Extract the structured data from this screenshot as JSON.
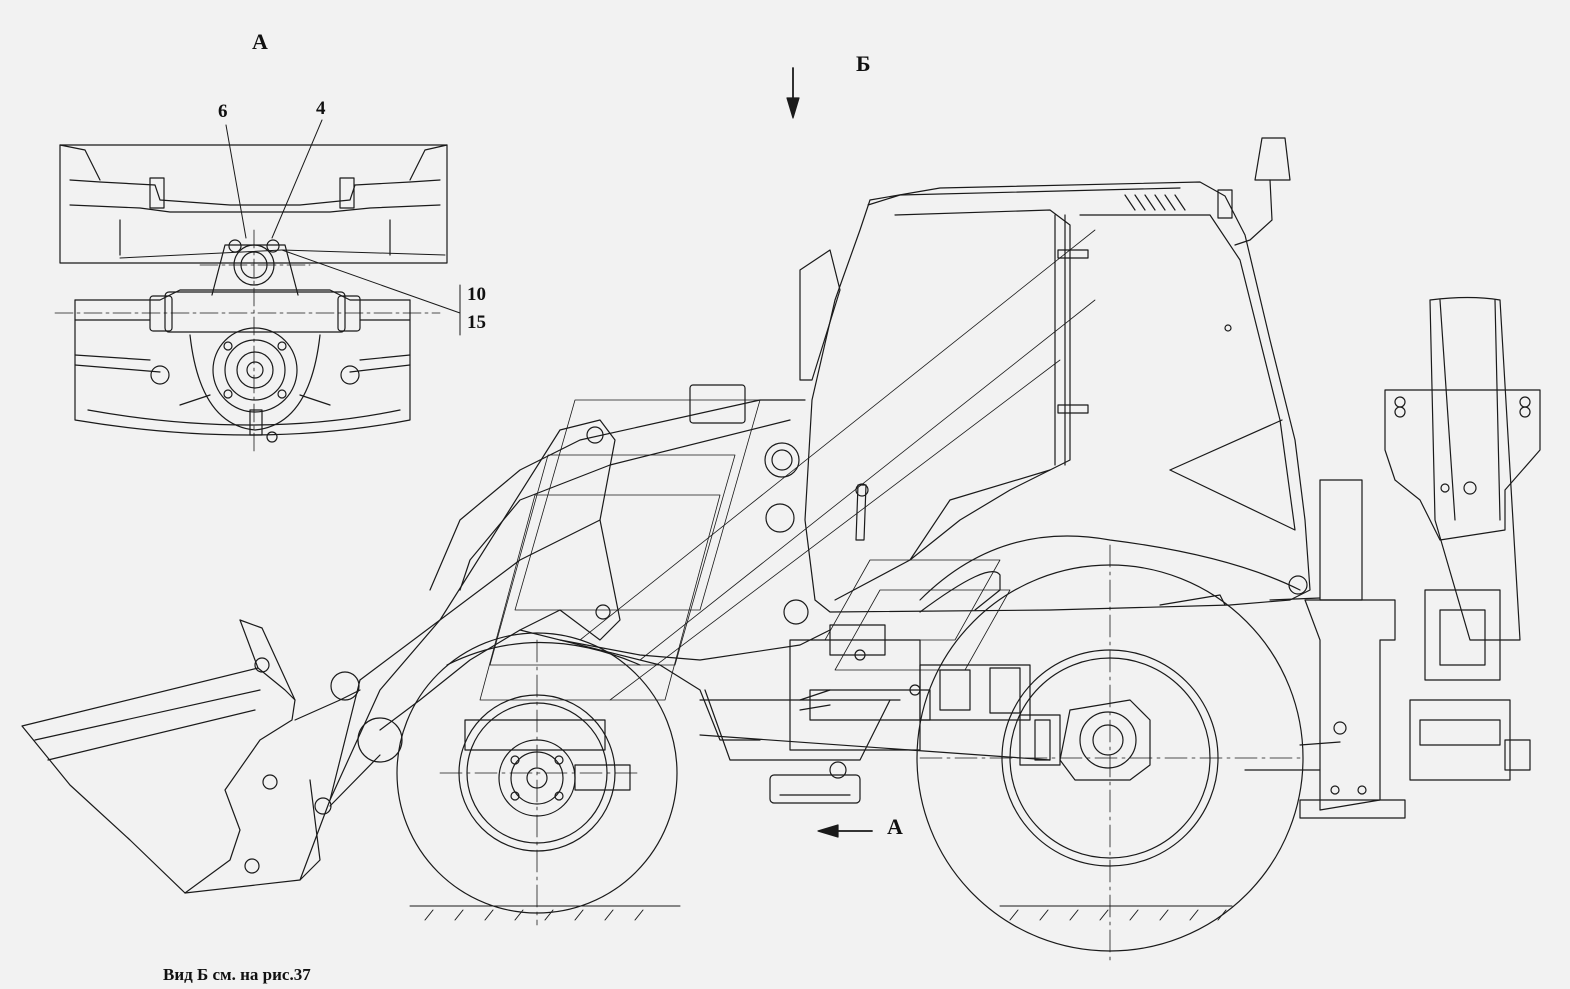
{
  "view_labels": {
    "view_a_title": "А",
    "view_b_title": "Б",
    "view_a_arrow": "А"
  },
  "callouts": {
    "c6": "6",
    "c4": "4",
    "c10": "10",
    "c15": "15"
  },
  "caption": "Вид Б см. на рис.37",
  "colors": {
    "background": "#f2f2f2",
    "line": "#1a1a1a"
  }
}
